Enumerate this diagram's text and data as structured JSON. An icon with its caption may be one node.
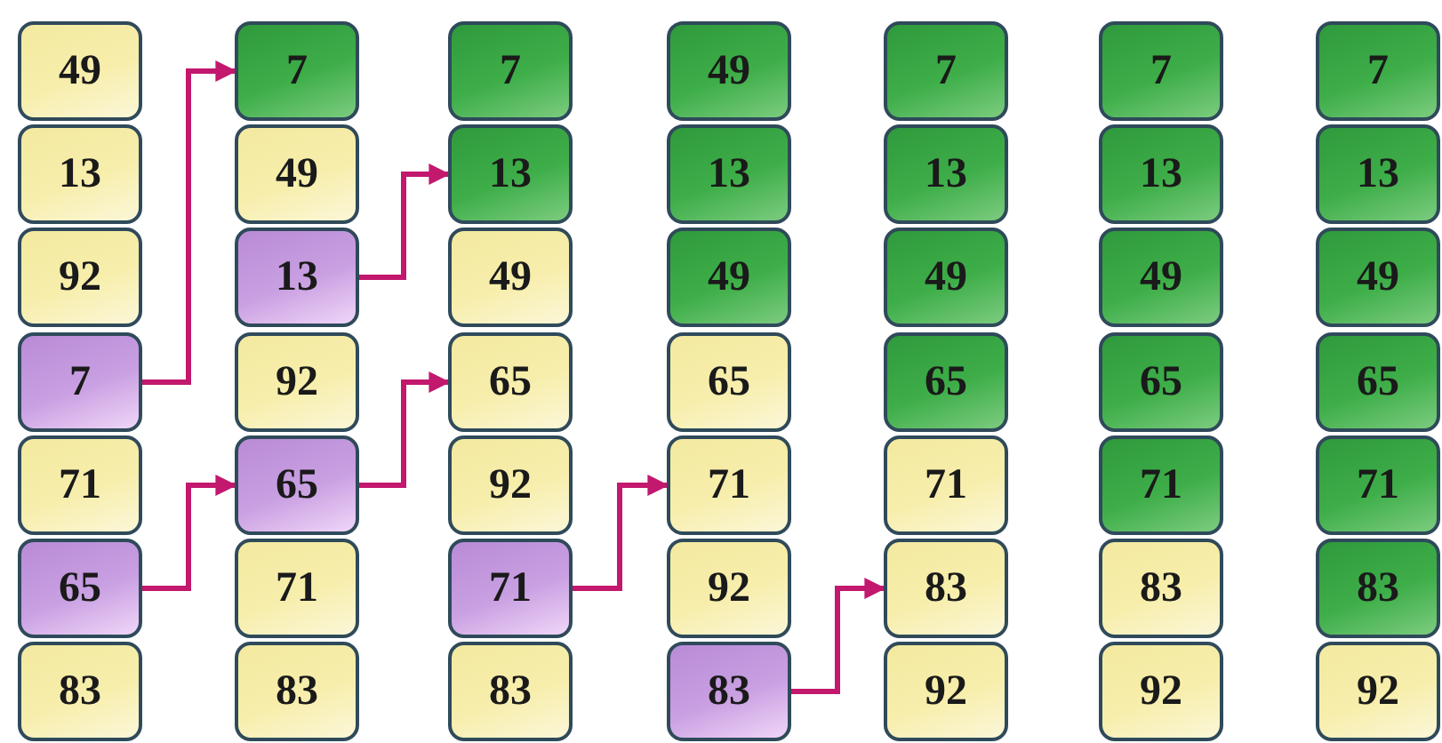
{
  "diagram": {
    "nodes": [
      {
        "text": [
          "49"
        ]
      },
      {
        "text": [
          "13"
        ]
      },
      {
        "text": [
          "92"
        ]
      },
      {
        "text": [
          "7"
        ]
      },
      {
        "text": [
          "71"
        ]
      },
      {
        "text": [
          "65"
        ]
      },
      {
        "text": [
          "83"
        ]
      },
      {
        "text": [
          "7"
        ]
      },
      {
        "text": [
          "49"
        ]
      },
      {
        "text": [
          "13"
        ]
      },
      {
        "text": [
          "92"
        ]
      },
      {
        "text": [
          "65"
        ]
      },
      {
        "text": [
          "71"
        ]
      },
      {
        "text": [
          "83"
        ]
      },
      {
        "text": [
          "7"
        ]
      },
      {
        "text": [
          "13"
        ]
      },
      {
        "text": [
          "49"
        ]
      },
      {
        "text": [
          "65"
        ]
      },
      {
        "text": [
          "92"
        ]
      },
      {
        "text": [
          "71"
        ]
      },
      {
        "text": [
          "83"
        ]
      },
      {
        "text": [
          "49"
        ]
      },
      {
        "text": [
          "13"
        ]
      },
      {
        "text": [
          "49"
        ]
      },
      {
        "text": [
          "65"
        ]
      },
      {
        "text": [
          "71"
        ]
      },
      {
        "text": [
          "92"
        ]
      },
      {
        "text": [
          "83"
        ]
      },
      {
        "text": [
          "7"
        ]
      },
      {
        "text": [
          "13"
        ]
      },
      {
        "text": [
          "49"
        ]
      },
      {
        "text": [
          "65"
        ]
      },
      {
        "text": [
          "71"
        ]
      },
      {
        "text": [
          "83"
        ]
      },
      {
        "text": [
          "92"
        ]
      },
      {
        "text": [
          "7"
        ]
      },
      {
        "text": [
          "13"
        ]
      },
      {
        "text": [
          "49"
        ]
      },
      {
        "text": [
          "65"
        ]
      },
      {
        "text": [
          "71"
        ]
      },
      {
        "text": [
          "83"
        ]
      },
      {
        "text": [
          "92"
        ]
      },
      {
        "text": [
          "7"
        ]
      },
      {
        "text": [
          "13"
        ]
      },
      {
        "text": [
          "49"
        ]
      },
      {
        "text": [
          "65"
        ]
      },
      {
        "text": [
          "71"
        ]
      },
      {
        "text": [
          "83"
        ]
      },
      {
        "text": [
          "92"
        ]
      }
    ],
    "edges": [
      {
        "from": 3,
        "to": 7,
        "arrow": "to"
      },
      {
        "from": 5,
        "to": 11,
        "arrow": "to"
      },
      {
        "from": 9,
        "to": 15,
        "arrow": "to"
      },
      {
        "from": 11,
        "to": 17,
        "arrow": "to"
      },
      {
        "from": 19,
        "to": 25,
        "arrow": "to"
      },
      {
        "from": 27,
        "to": 33,
        "arrow": "to"
      }
    ]
  }
}
